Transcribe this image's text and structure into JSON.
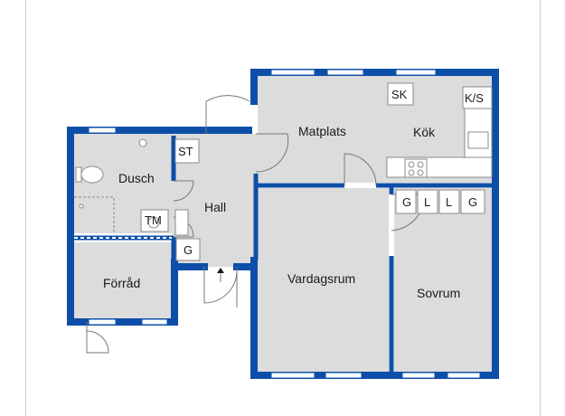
{
  "rooms": {
    "matplats": "Matplats",
    "kok": "Kök",
    "dusch": "Dusch",
    "hall": "Hall",
    "forrad": "Förråd",
    "vardagsrum": "Vardagsrum",
    "sovrum": "Sovrum"
  },
  "fixtures": {
    "sk": "SK",
    "ks": "K/S",
    "st": "ST",
    "tm": "TM",
    "g_hall": "G",
    "g1": "G",
    "l1": "L",
    "l2": "L",
    "g2": "G"
  },
  "colors": {
    "wall": "#0d4fa8",
    "floor": "#dcdcdc",
    "window": "#ffffff",
    "line": "#777777"
  }
}
